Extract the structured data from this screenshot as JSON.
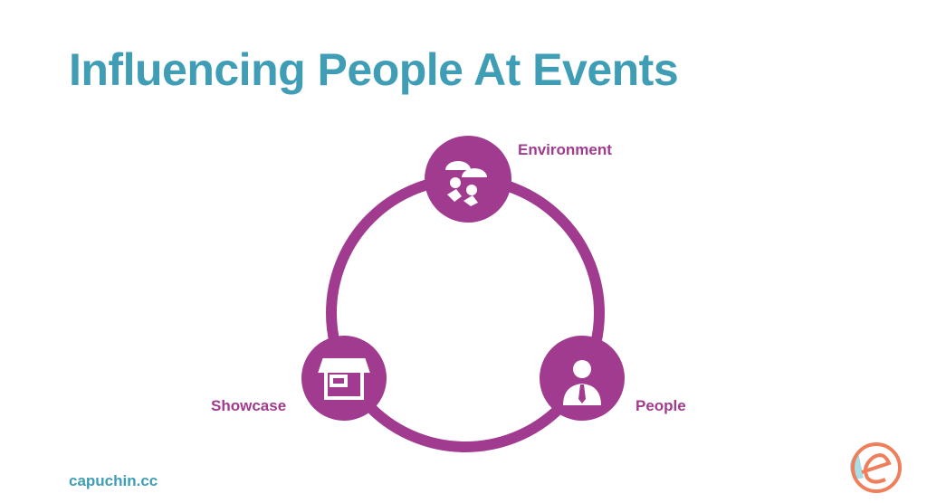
{
  "title": "Influencing People At Events",
  "nodes": [
    {
      "label": "Environment",
      "icon": "crowd-icon"
    },
    {
      "label": "Showcase",
      "icon": "market-stall-icon"
    },
    {
      "label": "People",
      "icon": "businessman-icon"
    }
  ],
  "footer": "capuchin.cc",
  "colors": {
    "title": "#3f9eb5",
    "accent": "#a13b8f",
    "logo": "#ef7f5a"
  }
}
